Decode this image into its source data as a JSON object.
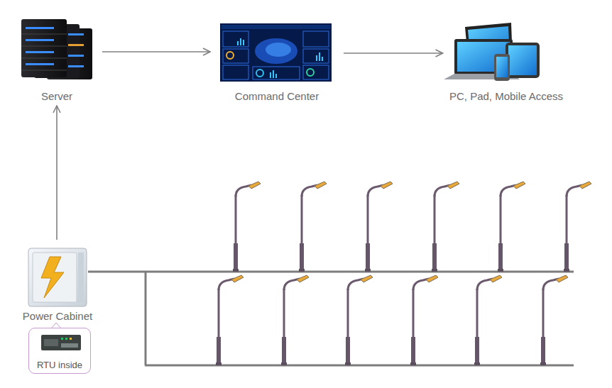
{
  "diagram": {
    "nodes": [
      {
        "text": [
          "Server"
        ]
      },
      {
        "text": [
          "Command Center"
        ]
      },
      {
        "text": [
          "PC, Pad, Mobile Access"
        ]
      },
      {
        "text": [
          "Power Cabinet"
        ]
      },
      {
        "text": [
          "RTU inside"
        ]
      }
    ],
    "edges": [
      {
        "from": 0,
        "to": 1,
        "arrow": "to"
      },
      {
        "from": 1,
        "to": 2,
        "arrow": "to"
      },
      {
        "from": 3,
        "to": 0,
        "arrow": "to"
      }
    ]
  }
}
